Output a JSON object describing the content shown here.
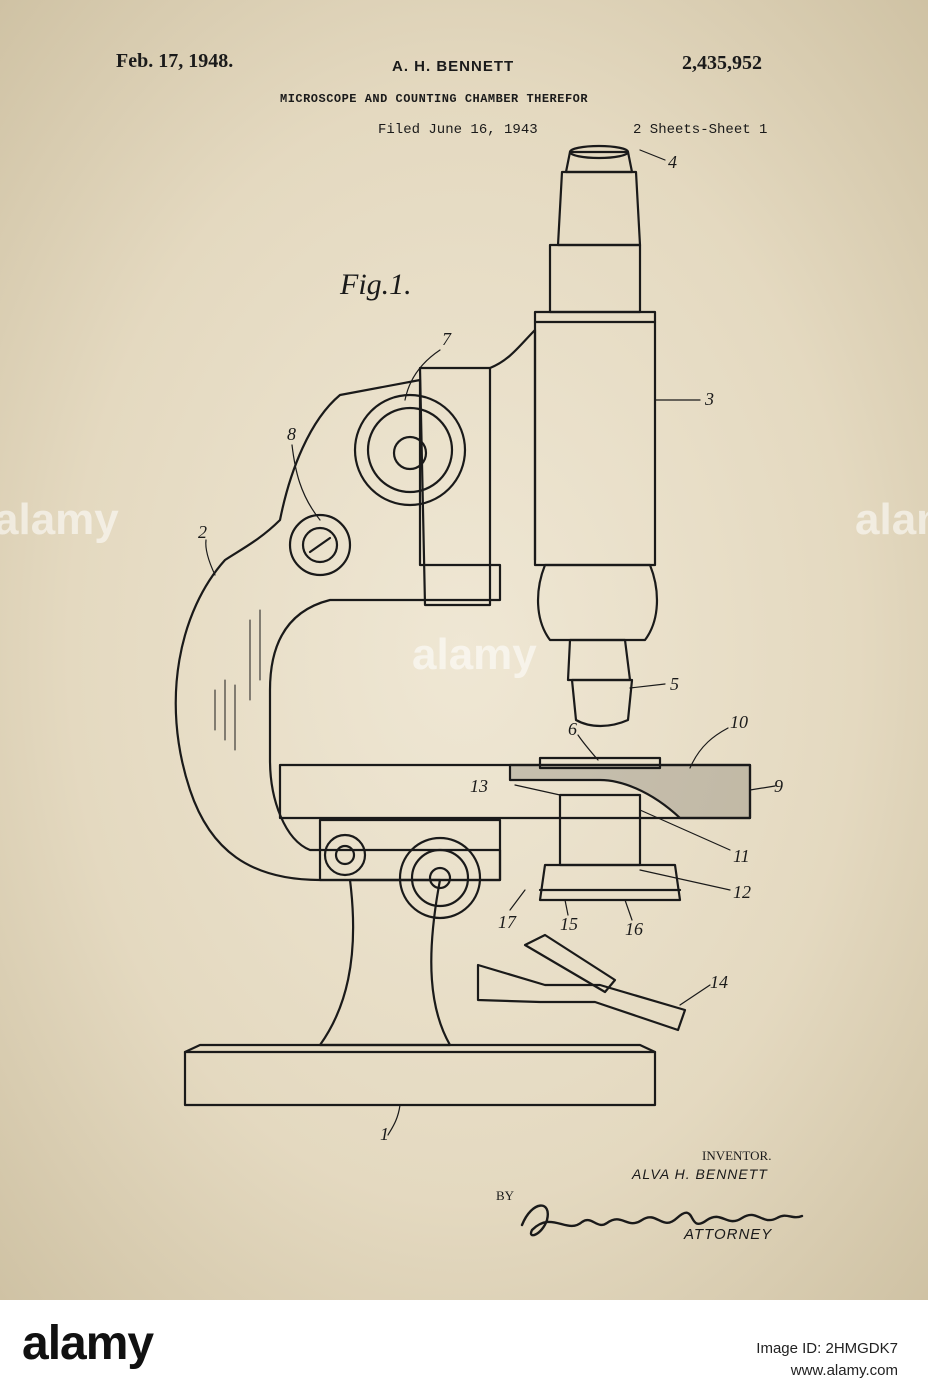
{
  "header": {
    "date": "Feb. 17, 1948.",
    "inventor": "A. H. BENNETT",
    "patent_number": "2,435,952",
    "title": "MICROSCOPE AND COUNTING CHAMBER THEREFOR",
    "filed": "Filed June 16, 1943",
    "sheets": "2 Sheets-Sheet 1"
  },
  "figure": {
    "label": "Fig.1.",
    "ref_numbers": [
      "1",
      "2",
      "3",
      "4",
      "5",
      "6",
      "7",
      "8",
      "9",
      "10",
      "11",
      "12",
      "13",
      "14",
      "15",
      "16",
      "17"
    ]
  },
  "signature_block": {
    "inventor_caption": "INVENTOR.",
    "inventor_name": "ALVA H. BENNETT",
    "by": "BY",
    "signature": "Raymond A. Paquin",
    "attorney_caption": "ATTORNEY"
  },
  "watermark": {
    "text": "alamy"
  },
  "footer": {
    "logo": "alamy",
    "image_id": "Image ID: 2HMGDK7",
    "site": "www.alamy.com"
  },
  "colors": {
    "paper": "#e8dfc9",
    "ink": "#1a1a1a",
    "footer_bg": "#ffffff"
  }
}
